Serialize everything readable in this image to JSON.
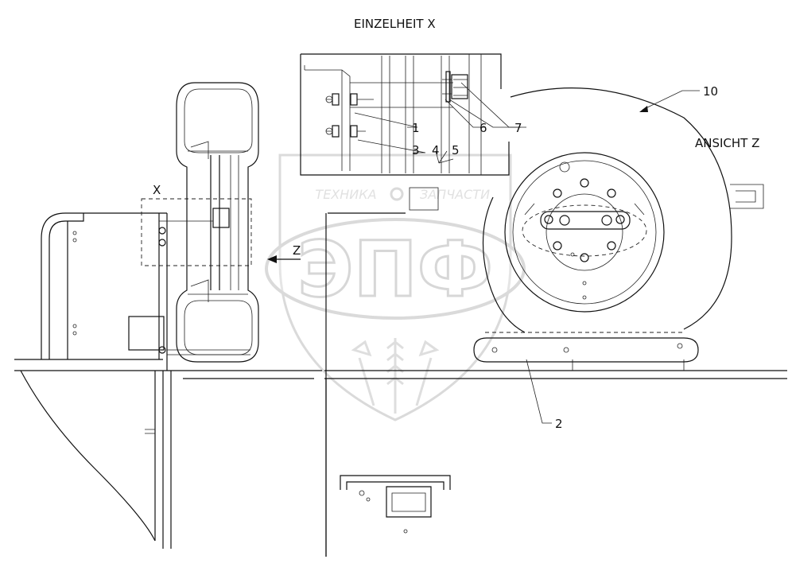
{
  "labels": {
    "title_detail": "EINZELHEIT X",
    "view_label": "ANSICHT Z",
    "detail_marker": "X",
    "view_arrow": "Z",
    "part_1": "1",
    "part_2": "2",
    "part_3": "3",
    "part_4": "4",
    "part_5": "5",
    "part_6": "6",
    "part_7": "7",
    "part_10": "10"
  },
  "watermark": {
    "word_left": "ТЕХНИКА",
    "word_right": "ЗАПЧАСТИ",
    "logo_letters": "ЭПФ",
    "color": "#c8c8c8"
  },
  "colors": {
    "line": "#111111",
    "background": "#ffffff"
  }
}
